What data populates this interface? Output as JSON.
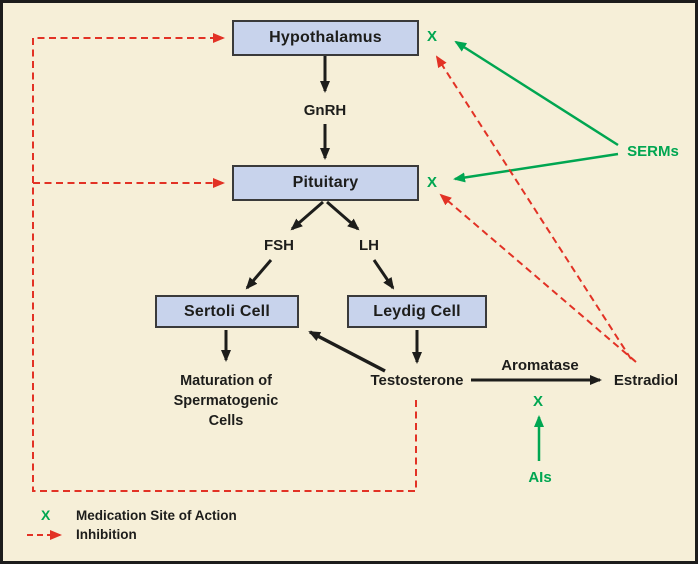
{
  "diagram": {
    "boxes": {
      "hypothalamus": "Hypothalamus",
      "pituitary": "Pituitary",
      "sertoli": "Sertoli Cell",
      "leydig": "Leydig Cell"
    },
    "labels": {
      "gnrh": "GnRH",
      "fsh": "FSH",
      "lh": "LH",
      "maturation": [
        "Maturation of",
        "Spermatogenic",
        "Cells"
      ],
      "testosterone": "Testosterone",
      "aromatase": "Aromatase",
      "estradiol": "Estradiol",
      "serms": "SERMs",
      "ais": "AIs",
      "site_marker": "X"
    },
    "legend": {
      "x_symbol": "X",
      "x_label": "Medication Site of Action",
      "inhibition_label": "Inhibition"
    },
    "colors": {
      "background": "#f6efd8",
      "box_fill": "#c8d3ec",
      "action_green": "#00a651",
      "inhibition_red": "#e23225",
      "text": "#1d1d1b"
    }
  }
}
